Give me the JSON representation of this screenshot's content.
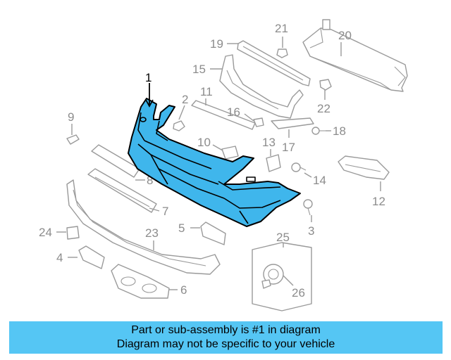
{
  "diagram": {
    "callouts": {
      "c1": "1",
      "c2": "2",
      "c3": "3",
      "c4": "4",
      "c5": "5",
      "c6": "6",
      "c7": "7",
      "c8": "8",
      "c9": "9",
      "c10": "10",
      "c11": "11",
      "c12": "12",
      "c13": "13",
      "c14": "14",
      "c15": "15",
      "c16": "16",
      "c17": "17",
      "c18": "18",
      "c19": "19",
      "c20": "20",
      "c21": "21",
      "c22": "22",
      "c23": "23",
      "c24": "24",
      "c25": "25",
      "c26": "26"
    },
    "colors": {
      "highlight": "#3fb6ec",
      "banner": "#55c6f4",
      "line": "#9a9a9a"
    }
  },
  "banner": {
    "line1": "Part or sub-assembly is #1 in diagram",
    "line2": "Diagram may not be specific to your vehicle"
  }
}
